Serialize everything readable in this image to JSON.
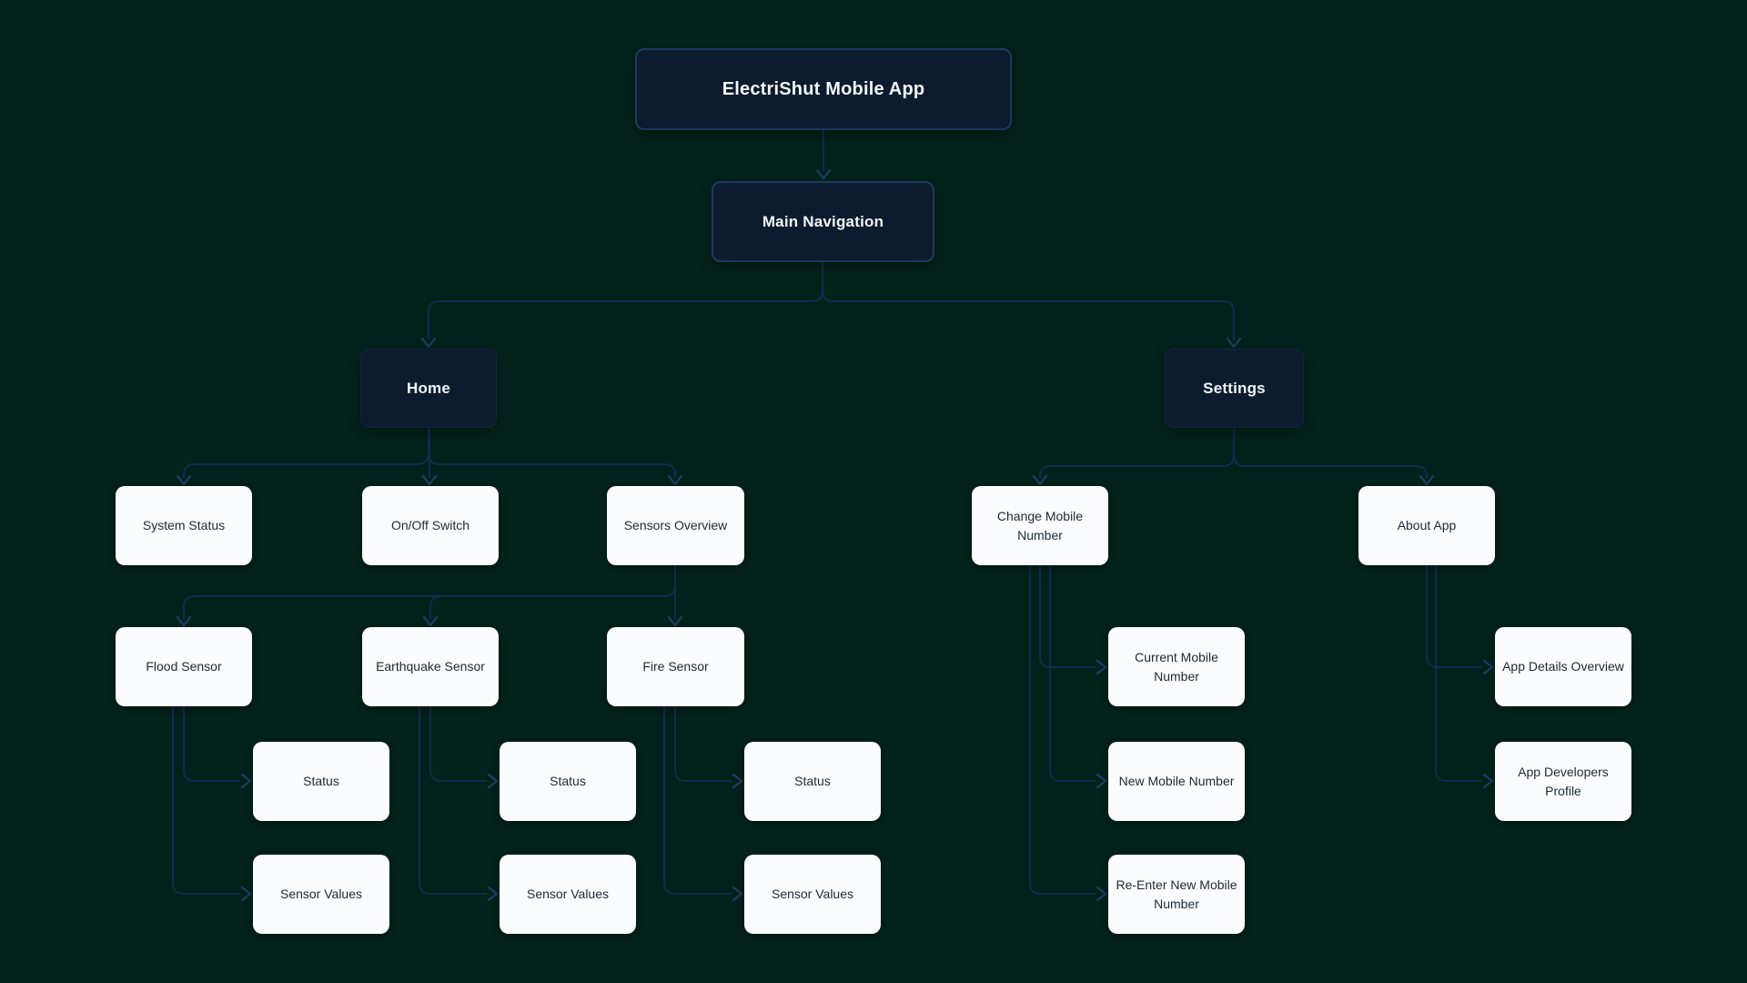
{
  "diagram": {
    "title": "ElectriShut Mobile App",
    "colors": {
      "background": "#03221B",
      "edge_line": "#142A4F",
      "edge_arrow": "#1D3C66",
      "primary_node_fill": "#0D1B2E",
      "primary_node_border": "#1C3A5F",
      "primary_node_text": "#F2F6FA",
      "leaf_node_fill": "#FBFCFD",
      "leaf_node_text": "#1E2833"
    },
    "nodes": {
      "app_root": "ElectriShut Mobile App",
      "main_navigation": "Main Navigation",
      "home": "Home",
      "settings": "Settings",
      "system_status": "System Status",
      "onoff_switch": "On/Off Switch",
      "sensors_overview": "Sensors Overview",
      "change_mobile_number": "Change Mobile Number",
      "about_app": "About App",
      "flood_sensor": "Flood Sensor",
      "earthquake_sensor": "Earthquake Sensor",
      "fire_sensor": "Fire Sensor",
      "current_mobile_number": "Current Mobile Number",
      "app_details_overview": "App Details Overview",
      "status": "Status",
      "sensor_values": "Sensor Values",
      "new_mobile_number": "New Mobile Number",
      "app_developers_profile": "App Developers Profile",
      "reenter_new_mobile_number": "Re-Enter New Mobile Number"
    },
    "edges": [
      {
        "from": "ElectriShut Mobile App",
        "to": "Main Navigation"
      },
      {
        "from": "Main Navigation",
        "to": "Home"
      },
      {
        "from": "Main Navigation",
        "to": "Settings"
      },
      {
        "from": "Home",
        "to": "System Status"
      },
      {
        "from": "Home",
        "to": "On/Off Switch"
      },
      {
        "from": "Home",
        "to": "Sensors Overview"
      },
      {
        "from": "Settings",
        "to": "Change Mobile Number"
      },
      {
        "from": "Settings",
        "to": "About App"
      },
      {
        "from": "Sensors Overview",
        "to": "Flood Sensor"
      },
      {
        "from": "Sensors Overview",
        "to": "Earthquake Sensor"
      },
      {
        "from": "Sensors Overview",
        "to": "Fire Sensor"
      },
      {
        "from": "Flood Sensor",
        "to": "Status"
      },
      {
        "from": "Flood Sensor",
        "to": "Sensor Values"
      },
      {
        "from": "Earthquake Sensor",
        "to": "Status"
      },
      {
        "from": "Earthquake Sensor",
        "to": "Sensor Values"
      },
      {
        "from": "Fire Sensor",
        "to": "Status"
      },
      {
        "from": "Fire Sensor",
        "to": "Sensor Values"
      },
      {
        "from": "Change Mobile Number",
        "to": "Current Mobile Number"
      },
      {
        "from": "Change Mobile Number",
        "to": "New Mobile Number"
      },
      {
        "from": "Change Mobile Number",
        "to": "Re-Enter New Mobile Number"
      },
      {
        "from": "About App",
        "to": "App Details Overview"
      },
      {
        "from": "About App",
        "to": "App Developers Profile"
      }
    ]
  }
}
